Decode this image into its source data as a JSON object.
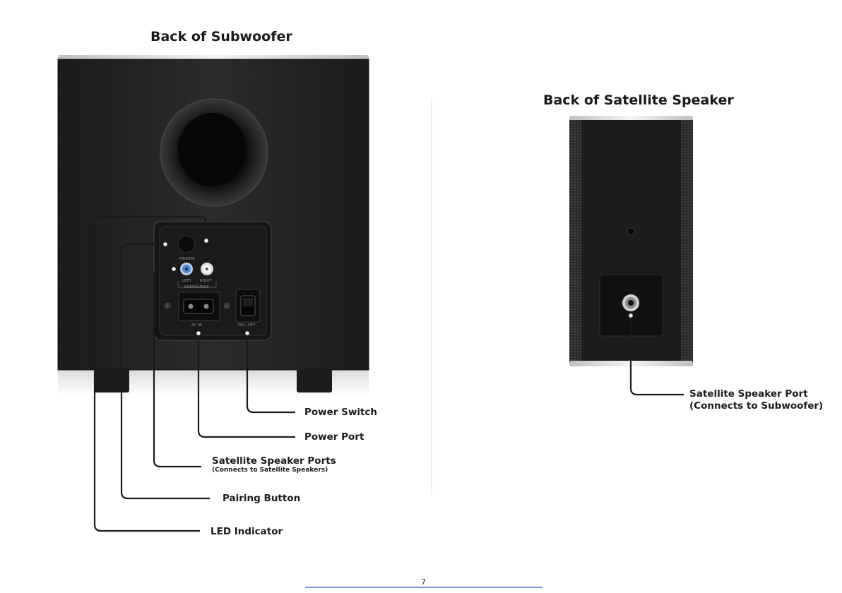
{
  "subwoofer": {
    "title": "Back of Subwoofer",
    "panel_labels": {
      "pairing": "PAIRING",
      "left": "LEFT",
      "right": "RIGHT",
      "surrounds": "SURROUNDS",
      "ac_in": "AC IN",
      "on_off": "ON / OFF"
    },
    "callouts": {
      "power_switch": "Power Switch",
      "power_port": "Power Port",
      "satellite_ports": "Satellite Speaker Ports",
      "satellite_ports_sub": "(Connects to Satellite Speakers)",
      "pairing_button": "Pairing Button",
      "led_indicator": "LED Indicator"
    }
  },
  "satellite": {
    "title": "Back of Satellite Speaker",
    "callout_line1": "Satellite Speaker Port",
    "callout_line2": "(Connects to Subwoofer)"
  },
  "footer": {
    "page_number": "7"
  }
}
